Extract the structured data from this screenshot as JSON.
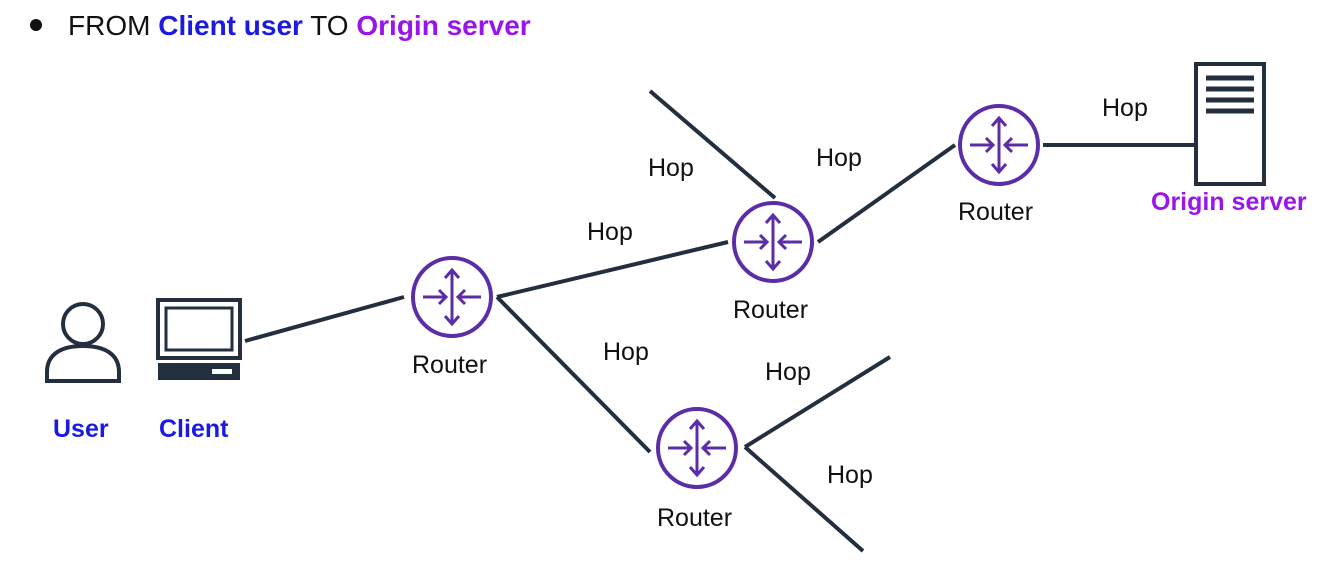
{
  "header": {
    "prefix": "FROM",
    "client_user": "Client user",
    "mid": "TO",
    "origin_server": "Origin server"
  },
  "colors": {
    "blue": "#1b1be0",
    "purple": "#9a16e8",
    "router": "#5b2da6",
    "line": "#232f3e"
  },
  "nodes": {
    "user_label": "User",
    "client_label": "Client",
    "origin_label": "Origin server",
    "router_label": "Router"
  },
  "hop_label": "Hop"
}
